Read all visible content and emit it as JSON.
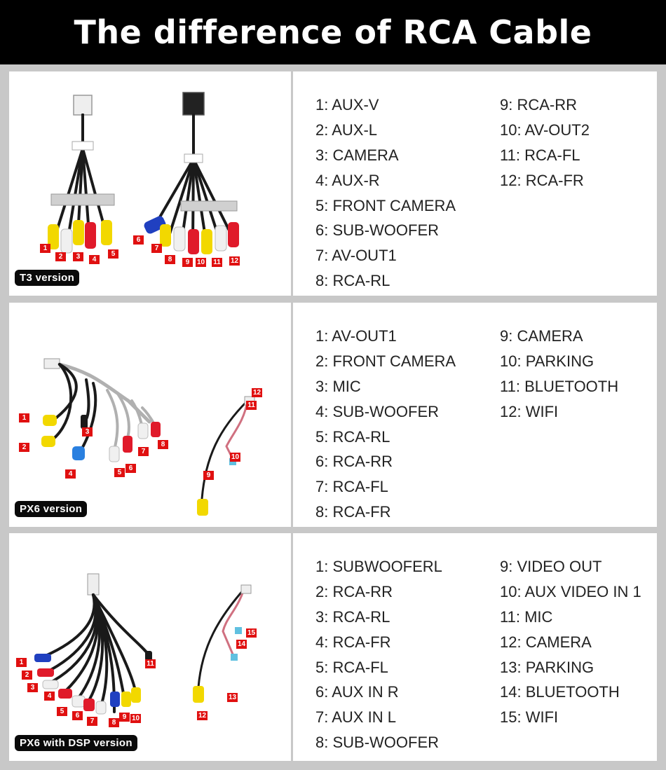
{
  "header": {
    "title": "The difference of RCA Cable"
  },
  "sections": [
    {
      "badge": "T3 version",
      "numbers": [
        "1",
        "2",
        "3",
        "4",
        "5",
        "6",
        "7",
        "8",
        "9",
        "10",
        "11",
        "12"
      ],
      "col1": [
        "1: AUX-V",
        "2: AUX-L",
        "3: CAMERA",
        "4: AUX-R",
        "5: FRONT CAMERA",
        "6: SUB-WOOFER",
        "7: AV-OUT1",
        "8: RCA-RL"
      ],
      "col2": [
        "9: RCA-RR",
        "10: AV-OUT2",
        "11: RCA-FL",
        "12: RCA-FR"
      ]
    },
    {
      "badge": "PX6 version",
      "numbers": [
        "1",
        "2",
        "3",
        "4",
        "5",
        "6",
        "7",
        "8",
        "9",
        "10",
        "11",
        "12"
      ],
      "col1": [
        "1: AV-OUT1",
        "2: FRONT CAMERA",
        "3: MIC",
        "4: SUB-WOOFER",
        "5: RCA-RL",
        "6: RCA-RR",
        "7: RCA-FL",
        "8: RCA-FR"
      ],
      "col2": [
        "9: CAMERA",
        "10: PARKING",
        "11: BLUETOOTH",
        "12: WIFI"
      ]
    },
    {
      "badge": "PX6 with DSP version",
      "numbers": [
        "1",
        "2",
        "3",
        "4",
        "5",
        "6",
        "7",
        "8",
        "9",
        "10",
        "11",
        "12",
        "13",
        "14",
        "15"
      ],
      "col1": [
        "1: SUBWOOFERL",
        "2: RCA-RR",
        "3: RCA-RL",
        "4: RCA-FR",
        "5: RCA-FL",
        "6: AUX IN R",
        "7: AUX IN L",
        "8: SUB-WOOFER"
      ],
      "col2": [
        "9: VIDEO OUT",
        "10: AUX VIDEO IN 1",
        "11: MIC",
        "12: CAMERA",
        "13: PARKING",
        "14: BLUETOOTH",
        "15: WIFI"
      ]
    }
  ]
}
